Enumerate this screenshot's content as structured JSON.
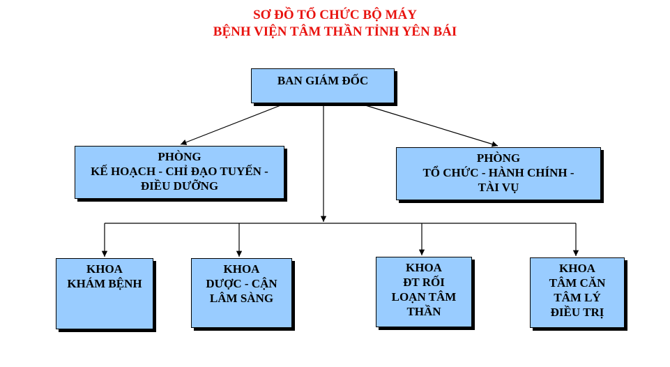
{
  "title": {
    "line1": "SƠ ĐỒ TỔ CHỨC BỘ MÁY",
    "line2": "BỆNH VIỆN TÂM THẦN TỈNH YÊN BÁI"
  },
  "colors": {
    "title": "#e8130f",
    "box_fill": "#99ccff",
    "box_border": "#000000",
    "connector": "#000000"
  },
  "nodes": {
    "director": {
      "lines": [
        "BAN GIÁM ĐỐC"
      ]
    },
    "planning_dept": {
      "lines": [
        "PHÒNG",
        "KẾ HOẠCH - CHỈ ĐẠO TUYẾN -",
        "ĐIỀU DƯỠNG"
      ]
    },
    "admin_dept": {
      "lines": [
        "PHÒNG",
        "TỔ CHỨC - HÀNH CHÍNH -",
        "TÀI VỤ"
      ]
    },
    "exam_ward": {
      "lines": [
        "KHOA",
        "KHÁM BỆNH"
      ]
    },
    "pharmacy_ward": {
      "lines": [
        "KHOA",
        "DƯỢC - CẬN",
        "LÂM SÀNG"
      ]
    },
    "disorder_ward": {
      "lines": [
        "KHOA",
        "ĐT RỐI",
        "LOẠN TÂM",
        "THẦN"
      ]
    },
    "psychology_ward": {
      "lines": [
        "KHOA",
        "TÂM CĂN",
        "TÂM LÝ",
        "ĐIỀU TRỊ"
      ]
    }
  },
  "edges": [
    {
      "from": "director",
      "to": "planning_dept"
    },
    {
      "from": "director",
      "to": "admin_dept"
    },
    {
      "from": "director",
      "to": "exam_ward"
    },
    {
      "from": "director",
      "to": "pharmacy_ward"
    },
    {
      "from": "director",
      "to": "disorder_ward"
    },
    {
      "from": "director",
      "to": "psychology_ward"
    }
  ]
}
